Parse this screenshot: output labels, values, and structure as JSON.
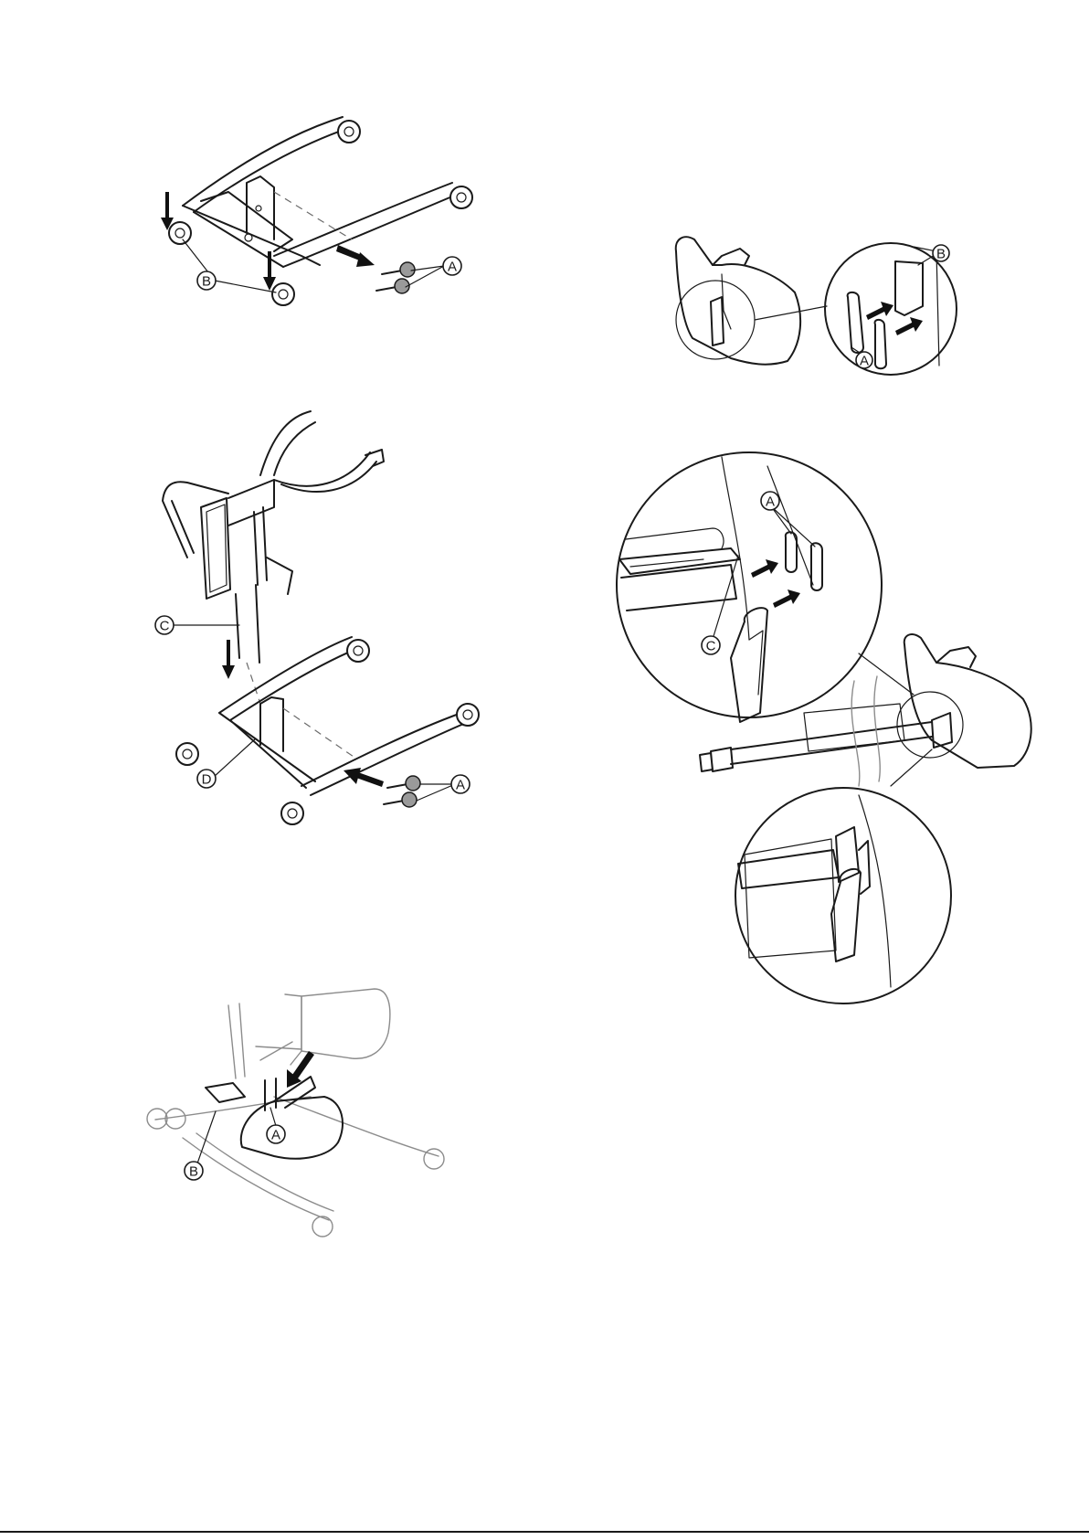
{
  "figures": [
    {
      "id": "figure-base-castors",
      "callouts": [
        "A",
        "B"
      ]
    },
    {
      "id": "figure-mast-mounting",
      "callouts": [
        "A",
        "C",
        "D"
      ]
    },
    {
      "id": "figure-footplate",
      "callouts": [
        "A",
        "B"
      ]
    },
    {
      "id": "figure-pad-clips",
      "callouts": [
        "A",
        "B"
      ]
    },
    {
      "id": "figure-strap-attachment",
      "callouts": [
        "A",
        "C"
      ]
    }
  ],
  "callouts": {
    "f1_a": "A",
    "f1_b": "B",
    "f2_a": "A",
    "f2_c": "C",
    "f2_d": "D",
    "f3_a": "A",
    "f3_b": "B",
    "f4_a": "A",
    "f4_b": "B",
    "f5_a": "A",
    "f5_c": "C"
  },
  "footer": {
    "code": ""
  },
  "colors": {
    "line": "#1a1a1a",
    "grey": "#8c8c8c",
    "arrow": "#111111",
    "knob": "#9a9a9a"
  }
}
